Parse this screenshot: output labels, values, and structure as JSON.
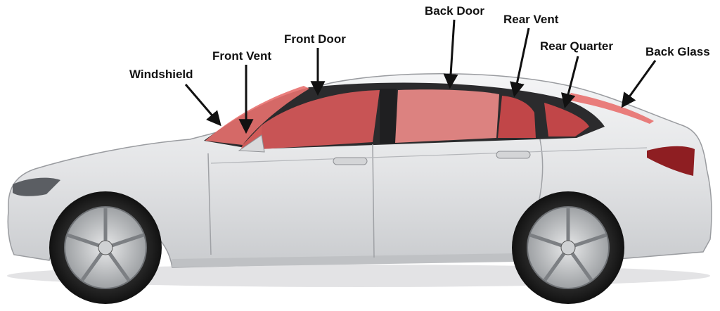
{
  "labels": {
    "windshield": "Windshield",
    "front_vent": "Front Vent",
    "front_door": "Front Door",
    "back_door": "Back Door",
    "rear_vent": "Rear Vent",
    "rear_quarter": "Rear Quarter",
    "back_glass": "Back Glass"
  },
  "colors": {
    "glass_highlight": "#e8706e",
    "body": "#e6e7e9",
    "arrow": "#111111"
  }
}
